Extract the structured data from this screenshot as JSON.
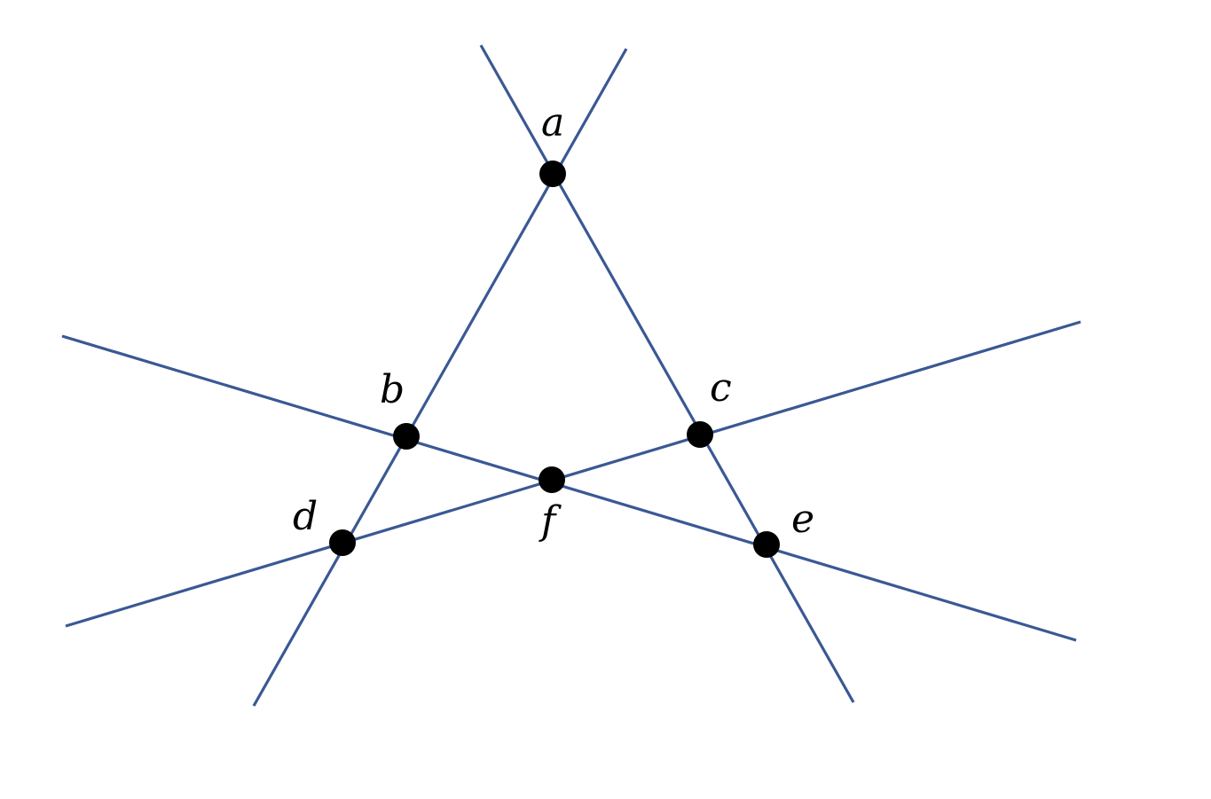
{
  "diagram": {
    "line_color": "#3a5894",
    "point_color": "#000000",
    "points": [
      {
        "id": "a",
        "label": "a"
      },
      {
        "id": "b",
        "label": "b"
      },
      {
        "id": "c",
        "label": "c"
      },
      {
        "id": "d",
        "label": "d"
      },
      {
        "id": "e",
        "label": "e"
      },
      {
        "id": "f",
        "label": "f"
      }
    ],
    "lines": [
      {
        "id": "line-a-b-d",
        "through": [
          "a",
          "b",
          "d"
        ]
      },
      {
        "id": "line-a-c-e",
        "through": [
          "a",
          "c",
          "e"
        ]
      },
      {
        "id": "line-b-f-e",
        "through": [
          "b",
          "f",
          "e"
        ]
      },
      {
        "id": "line-d-f-c",
        "through": [
          "d",
          "f",
          "c"
        ]
      }
    ]
  }
}
